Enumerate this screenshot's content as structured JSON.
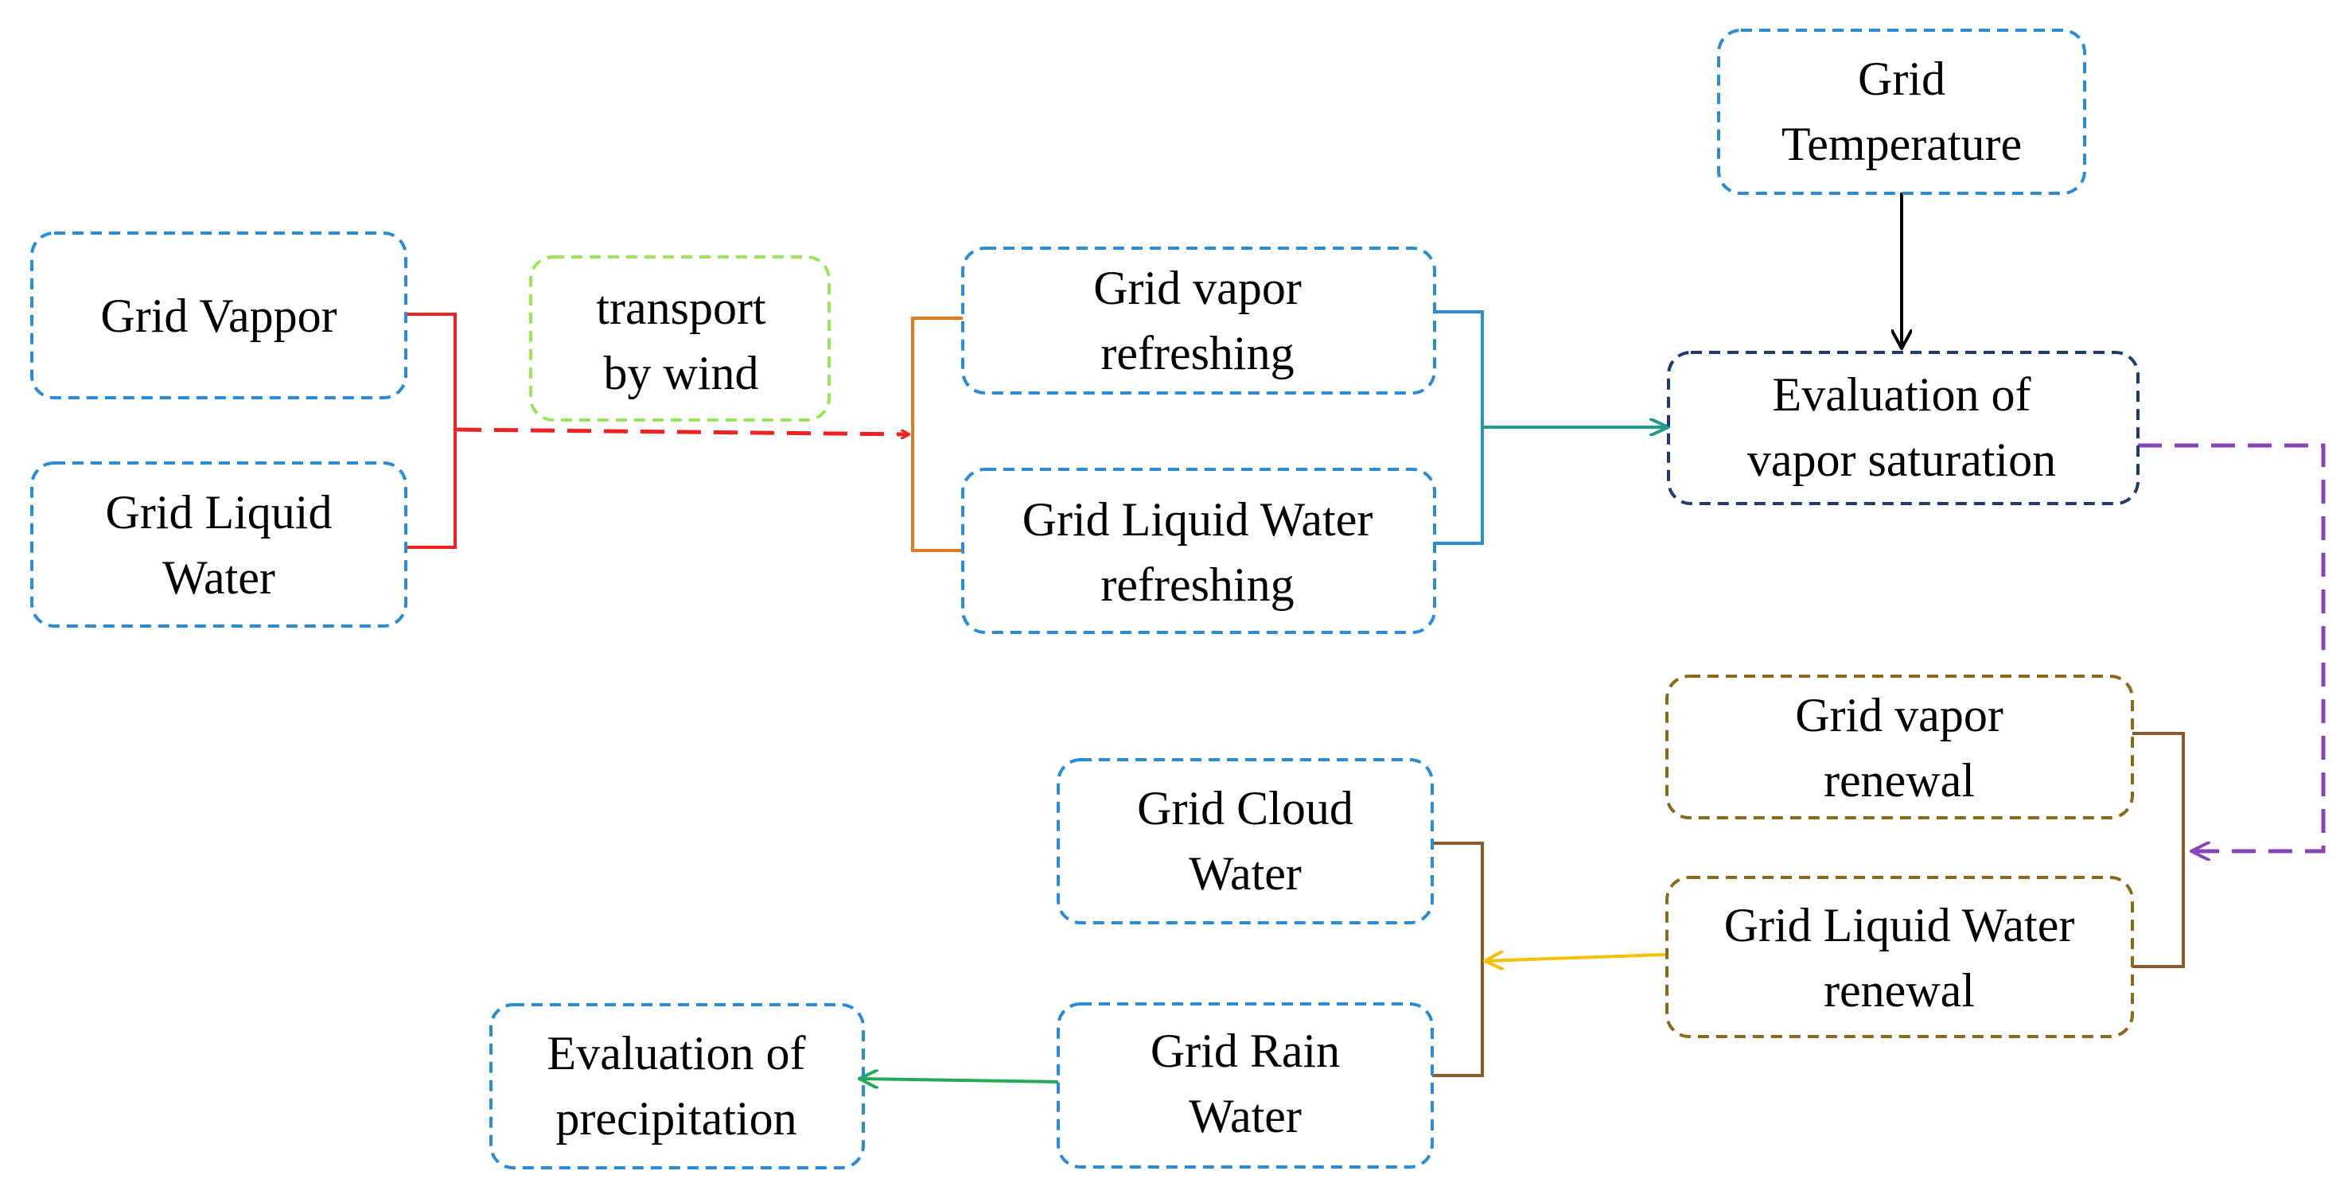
{
  "nodes": {
    "grid_vappor": {
      "lines": [
        "Grid Vappor"
      ],
      "border_color": "#2a8bd6"
    },
    "grid_liquid_water": {
      "lines": [
        "Grid Liquid",
        "Water"
      ],
      "border_color": "#2a8bd6"
    },
    "transport_by_wind": {
      "lines": [
        "transport",
        "by wind"
      ],
      "border_color": "#9ae65a",
      "text_color": "#33dd44"
    },
    "grid_vapor_refreshing": {
      "lines": [
        "Grid vapor",
        "refreshing"
      ],
      "border_color": "#2a8bd6"
    },
    "grid_liquid_water_refreshing": {
      "lines": [
        "Grid Liquid Water",
        "refreshing"
      ],
      "border_color": "#2a8bd6"
    },
    "grid_temperature": {
      "lines": [
        "Grid",
        "Temperature"
      ],
      "border_color": "#2a8bd6"
    },
    "evaluation_of_vapor_saturation": {
      "lines": [
        "Evaluation of",
        "vapor saturation"
      ],
      "border_color": "#1f3a6e"
    },
    "grid_vapor_renewal": {
      "lines": [
        "Grid vapor",
        "renewal"
      ],
      "border_color": "#8a6a1a"
    },
    "grid_liquid_water_renewal": {
      "lines": [
        "Grid Liquid Water",
        "renewal"
      ],
      "border_color": "#8a6a1a"
    },
    "grid_cloud_water": {
      "lines": [
        "Grid Cloud",
        "Water"
      ],
      "border_color": "#2a8bd6"
    },
    "grid_rain_water": {
      "lines": [
        "Grid Rain",
        "Water"
      ],
      "border_color": "#2a8bd6"
    },
    "evaluation_of_precipitation": {
      "lines": [
        "Evaluation of",
        "precipitation"
      ],
      "border_color": "#2a8bd6"
    }
  },
  "connectors": {
    "transport_arrow": {
      "color": "#ee2222",
      "style": "dashed"
    },
    "refresh_to_saturation_arrow": {
      "color": "#22998a",
      "style": "solid"
    },
    "temperature_to_saturation_arrow": {
      "color": "#000000",
      "style": "solid"
    },
    "saturation_to_renewal_arrow": {
      "color": "#8844bb",
      "style": "dashed"
    },
    "renewal_to_cloud_rain_arrow": {
      "color": "#f5c000",
      "style": "solid"
    },
    "rain_to_precipitation_arrow": {
      "color": "#22aa55",
      "style": "solid"
    }
  },
  "brackets": {
    "inputs_bracket": {
      "color": "#ee2222"
    },
    "refresh_left_bracket": {
      "color": "#e07a1a"
    },
    "refresh_right_bracket": {
      "color": "#2a8bd6"
    },
    "renewal_bracket": {
      "color": "#8a5a2a"
    },
    "cloud_rain_bracket": {
      "color": "#8a5a2a"
    }
  }
}
